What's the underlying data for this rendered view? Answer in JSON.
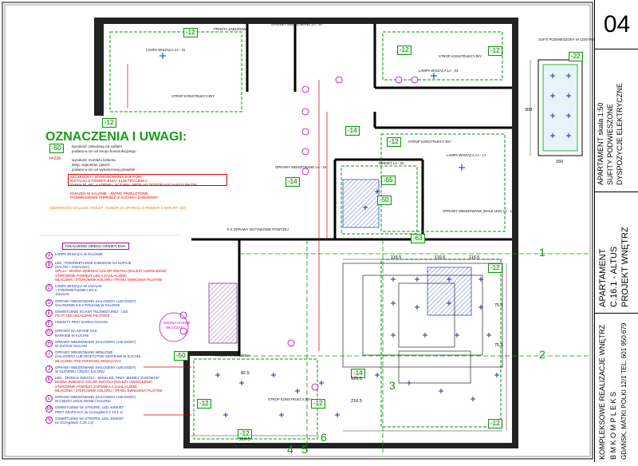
{
  "sheet": {
    "number": "04",
    "scale_title": "APARTAMENT skala 1:50",
    "drawing_title_1": "SUFITY PODWIESZONE",
    "drawing_title_2": "DYSPOZYCJE ELEKTRYCZNE",
    "project_line_1": "APARTAMENT",
    "project_line_2": "C.16.1 - ALTUS",
    "project_line_3": "PROJEKT WNĘTRZ",
    "company_line_1": "KOMPLEKSOWE REALIZACJE WNĘTRZ",
    "company_line_2": "B M K O M P L E K S",
    "company_line_3": "GDAŃSK, MATKI POLKI 12/1 TEL. 601 950 679"
  },
  "legend": {
    "title": "OZNACZENIA I  UWAGI:",
    "ceiling_badge": "-50",
    "ceiling_note_1": "wysokość zabudowy pd sufitem",
    "ceiling_note_2": "podana w cm od stropu konstrukcyjnego",
    "height_badge": "h=216",
    "height_note_1": "wysokość montażu kinkietu,",
    "height_note_2": "lamp, wypustów, gniazd",
    "height_note_3": "podana w cm od wykończonej posadzki",
    "red_note_1": "SZCZEGÓŁY I WYMIAROWANIA SUFITÓW,",
    "red_note_2": "INSTALACJI OŚWIETLENIA I ELEKTRYCZNEJ:",
    "red_note_3": "SYPIALNI, WC, ŁAZIENKI , KUCHNI - WEDŁUG ODDZIELNYCH RYSUNKÓW",
    "red_note_4": "GNIAZDA W SALONIE - JEDNO PRZELOTOWE",
    "red_note_5": "PODWIESZENIE POPRZEZ IZ KUCHNI I ZABUDOWY",
    "orange_note": "SZEROKOŚCI ŻALUZJI / ROLET - DOBÓR W OPARCIU O POMIAR Z NATURY 333",
    "list_head": "POŁĄCZENIE OBIEGU OŚWIETLENIA",
    "items": [
      {
        "sym": "A",
        "lines": [
          "LAMPA WISZĄCA W SALONIE"
        ]
      },
      {
        "sym": "B",
        "lines": [
          "LED - PODŚWIETLENIE ZABUDÓW NA SUFICIE",
          "(SALON + JADALNIA)",
          "OPCJA - MOŻNA ZMIENIAĆ KOLOR ŚWIATŁA (NALEŻY UWZGLĘDNIĆ",
          "STEROWNIK POWIĘZY LED A ZASILACZEM)",
          "WŁĄCZNIK I STEROWNIK KOLORU I TRYBU ŚWIECENIA PILOTEM"
        ]
      },
      {
        "sym": "C",
        "lines": [
          "LAMPA WISZĄCA W JADALNI",
          "+ PODŚWIETLENIE LED Z",
          "JADALNI"
        ]
      },
      {
        "sym": "D",
        "lines": [
          "OPRAWY WBUDOWANE (HALOGENY LUB DIODY)",
          "SALONOWE 6-8 Z PÓŁKAMI W SALONIE"
        ]
      },
      {
        "sym": "E",
        "lines": [
          "OŚWIETLENIE ŚCIANY TELEWIZYJNEJ - LED",
          "PILOT LED (WŁĄCZNIK PILOTEM)"
        ]
      },
      {
        "sym": "F",
        "lines": [
          "KINKIETY PRZY BARKU KUCHNI"
        ]
      },
      {
        "sym": "G",
        "lines": [
          "OPRAWY NA SZYNIE NAD",
          "BARKIEM W KUCHNI"
        ]
      },
      {
        "sym": "H",
        "lines": [
          "OPRAWY WBUDOWANE (HALOGENY LUB DIODY)",
          "W SUFICIE KUCHNI"
        ]
      },
      {
        "sym": "I",
        "lines": [
          "OPRAWY WBUDOWANE MEBLOWE",
          "(HALOGENY LUB DIODY) POD SZAFKAMI W KUCHNI",
          "WŁĄCZNIK POD POKRYWĄ WISZĄCYCH"
        ]
      },
      {
        "sym": "J",
        "lines": [
          "OPRAWY WBUDOWANE (HALOGENY LUB DIODY)",
          "W GŁÓWNEJ CZĘŚCI SALONU"
        ]
      },
      {
        "sym": "K",
        "lines": [
          "LED - ŹRÓDŁO ŚWIATŁA - SEMI-LED, PRZY JEDNEJ \"ŻARÓWCE\"",
          "MOŻNA ZMIENIAĆ KOLOR ŚWIATŁA (NALEŻY UWZGLĘDNIĆ",
          "STEROWNIK POWIĘZY ŻARÓWKA A ZASILACZEM)",
          "WŁĄCZNIK I STEROWNIK KOLORU I TRYBU ŚWIECENIA PILOTEM"
        ]
      },
      {
        "sym": "L",
        "lines": [
          "OPRAWY WBUDOWANE (HALOGENY LUB DIODY)",
          "W CZĘŚCI JADALNIANEJ SALONU"
        ]
      },
      {
        "sym": "M",
        "lines": [
          "OŚWIETLENIE NA STROPIE, LED, KINKIET",
          "PRZY SZAFKACH (w szczegółach C.16.1.1)"
        ]
      },
      {
        "sym": "N",
        "lines": [
          "OŚWIETLENIE NA STROPIE, LED, KINKIET",
          "(w szczegółach C.16.1.2)"
        ]
      }
    ],
    "side_note_1": "MOŻNA NAZWĘ",
    "side_note_2": "WŁĄCZAĆ"
  },
  "plan": {
    "ceilings": [
      "-12",
      "-12",
      "-12",
      "-12",
      "-22",
      "-14",
      "-14",
      "-12",
      "-50",
      "-63",
      "-65",
      "-50",
      "-12",
      "-12",
      "-14",
      "-12",
      "-12",
      "-12"
    ],
    "labels": {
      "strop_1": "STROP KONSTRUKCYJNY",
      "strop_2": "STROP KONSTRUKCYJNY",
      "strop_3": "STROP KONSTRUKCYJNY",
      "strop_4": "STROP KONSTRUKCYJNY",
      "prosta_1": "PROSTA ZABUDOWA",
      "prosta_2": "PROSTA ZABUDOWA",
      "lampa_1": "LAMPA WISZĄCA LA - 01",
      "lampa_2": "LAMPA WISZĄCA LA - 04",
      "lampa_3": "LAMPA WISZĄCA LA - 17",
      "oprawy_1": "OPRAWY WBUDOWANE LA - 20",
      "oprawy_2": "OPRAWY WBUDOWANE LA - 16",
      "oprawy_3": "OPRAWY WBUDOWANE (MAŁE LED) LA - 17",
      "kinkiet": "KINKIET LA - 22",
      "sufit": "SUFIT PODWIESZONY W CENTRUM SALONU",
      "plan_note": "5 X OPRAWY NATYNKOWE POWYŻEJ"
    },
    "dims": {
      "d1": "116.5",
      "d2": "116.5",
      "d3": "116.5",
      "d4": "75.5",
      "d5": "75.5",
      "d6": "125.5",
      "d7": "216.5",
      "d8": "216.5",
      "d9": "308",
      "d10": "160",
      "d11": "82.5"
    },
    "axes": [
      "1",
      "2",
      "3",
      "4",
      "5",
      "6"
    ]
  }
}
